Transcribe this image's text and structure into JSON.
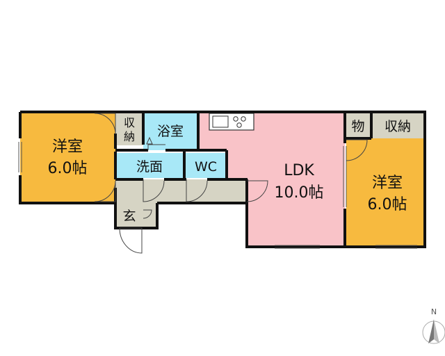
{
  "colors": {
    "western_room": "#f7ba3f",
    "ldk": "#f9c3c8",
    "wet_area": "#a8e8f7",
    "storage": "#d6d4c4",
    "corridor": "#d6d4c4",
    "wall": "#111111"
  },
  "rooms": {
    "west_room": {
      "name": "洋室",
      "size": "6.0帖"
    },
    "west_closet": {
      "line1": "収",
      "line2": "納"
    },
    "bathroom": {
      "name": "浴室"
    },
    "washroom": {
      "name": "洗面"
    },
    "toilet": {
      "name": "WC"
    },
    "entrance": {
      "name": "玄"
    },
    "ldk": {
      "name": "LDK",
      "size": "10.0帖"
    },
    "storage_small": {
      "name": "物"
    },
    "east_closet": {
      "name": "収納"
    },
    "east_room": {
      "name": "洋室",
      "size": "6.0帖"
    }
  },
  "compass": {
    "label": "N",
    "icon": "north-arrow-icon"
  }
}
